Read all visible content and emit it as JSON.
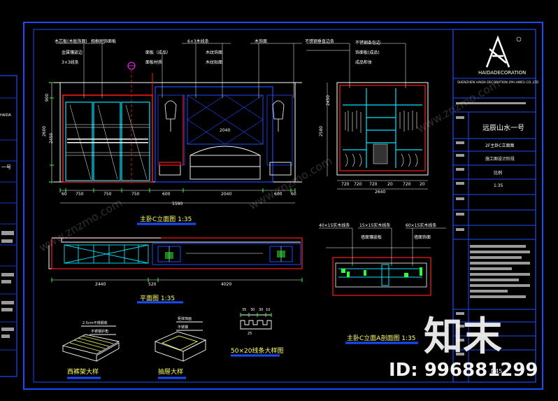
{
  "dimensions": {
    "elev_left_v": [
      "2600",
      "2450",
      "900"
    ],
    "elev_bottom": [
      "60",
      "750",
      "750",
      "750",
      "600",
      "2040",
      "600",
      "60"
    ],
    "elev_total": "5590",
    "bed_width": "2040",
    "ward_v": [
      "2580",
      "2450"
    ],
    "ward_bottom": [
      "720",
      "720",
      "720",
      "20",
      "720",
      "20"
    ],
    "ward_total": "2640",
    "plan_bottom": [
      "2440",
      "520",
      "4020"
    ],
    "strip_dims": [
      "35",
      "30",
      "30",
      "10",
      "25"
    ]
  },
  "labels": {
    "elev_top": [
      "木芯板(木板饰面)",
      "相框刷饰面板",
      "金属镶嵌边",
      "3×3线条",
      "面板（成品）",
      "面板材质",
      "6×3木线条",
      "木纹饰面",
      "木纹贴面",
      "木饰面",
      "不锈钢垂直边条",
      "饰面板(成品)"
    ],
    "ward_top": [
      "不锈钢条包边",
      "成品柜体"
    ],
    "section_top": [
      "40×15实木线条",
      "15×15实木线条",
      "60×15实木线条",
      "墙面镶嵌板",
      "墙面饰面"
    ],
    "detail1": [
      "2.5cm不锈钢收",
      "不锈钢护角"
    ],
    "detail2": [
      "柜体饰面",
      "不锈钢"
    ]
  },
  "titles": {
    "elevation": "主卧C立面图  1:35",
    "plan": "平面图  1:35",
    "detail_drawer": "西裤架大样",
    "detail_tray": "抽屉大样",
    "detail_strip": "50×20线条大样图",
    "section": "主卧C立面A剖面图  1:35"
  },
  "title_block": {
    "logo_caption": "HAIDADECORATION",
    "company": "SHENZHEN HAIDA DECORATION (PAI HWEI) CO.,LTD",
    "project": "远辰山水一号",
    "drawing_name": "2F主卧C立面图",
    "stage": "施工图设计阶段",
    "scale_label": "比例",
    "scale": "1:35",
    "sheet_no": "D45"
  },
  "left_panel": {
    "logo_text": "HAIDA",
    "side_text": "一号"
  },
  "watermark": {
    "brand": "知末",
    "id_text": "ID: 996881299",
    "diag_text": "www.znzmo.com"
  },
  "colors": {
    "frame": "#1a4bff",
    "cyan": "#00e5ff",
    "red": "#ff1a1a",
    "yellow": "#ffff66",
    "green": "#33ff33",
    "magenta": "#ff33ff",
    "white": "#ffffff"
  }
}
